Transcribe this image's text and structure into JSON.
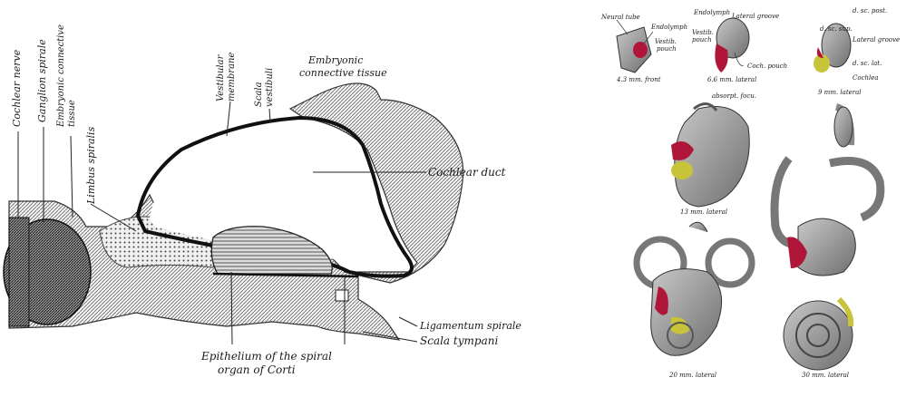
{
  "left_figure": {
    "labels": {
      "cochlear_nerve": "Cochlear nerve",
      "ganglion_spirale": "Ganglion spirale",
      "embryonic_ct_1": "Embryonic connective",
      "embryonic_ct_2": "tissue",
      "limbus_spiralis": "Limbus spiralis",
      "vestibular_membrane_1": "Vestibular",
      "vestibular_membrane_2": "membrane",
      "scala_vestibuli_1": "Scala",
      "scala_vestibuli_2": "vestibuli",
      "embryonic_top_1": "Embryonic",
      "embryonic_top_2": "connective tissue",
      "cochlear_duct": "Cochlear duct",
      "epithelium_1": "Epithelium of the spiral",
      "epithelium_2": "organ of Corti",
      "ligamentum_spirale": "Ligamentum spirale",
      "scala_tympani": "Scala tympani"
    }
  },
  "right_figure": {
    "captions": {
      "c1": "4.3 mm. front",
      "c2": "6.6 mm. lateral",
      "c3": "9 mm. lateral",
      "c4": "13 mm. lateral",
      "c5": "20 mm. lateral",
      "c6": "30 mm. lateral"
    },
    "labels": {
      "neural_tube": "Neural tube",
      "endolymph_a": "Endolymph",
      "vestib_pouch_a1": "Vestib.",
      "vestib_pouch_a2": "pouch",
      "endolymph_b": "Endolymph",
      "lateral_groove_b": "Lateral groove",
      "vestib_pouch_b1": "Vestib.",
      "vestib_pouch_b2": "pouch",
      "coch_pouch": "Coch. pouch",
      "d_sc_sup": "d. sc. sup.",
      "d_sc_post": "d. sc. post.",
      "lateral_groove_c": "Lateral groove",
      "d_sc_lat": "d. sc. lat.",
      "cochlea": "Cochlea",
      "absorpt_focu": "absorpt. focu."
    },
    "colors": {
      "tissue_gray": "#8a8a8a",
      "endolymph_red": "#b0163a",
      "yellow_sac": "#c8c43a"
    }
  }
}
